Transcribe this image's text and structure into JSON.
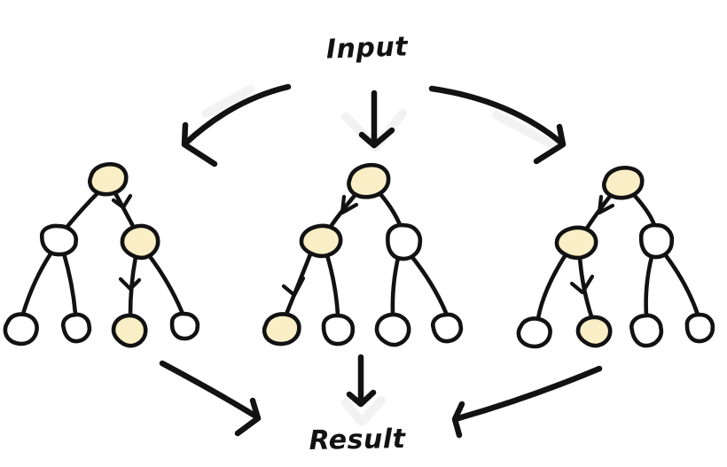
{
  "labels": {
    "input": "Input",
    "result": "Result"
  },
  "colors": {
    "ink": "#121212",
    "background": "#ffffff",
    "node_default_fill": "#ffffff",
    "node_highlight_fill": "#f9eec5"
  },
  "diagram": {
    "type": "ensemble-of-decision-trees",
    "description": "Input fans out via arrows to three hand-drawn binary decision trees; in each tree the traversed root-to-leaf decision path is shaded; all three trees point down to a single Result.",
    "flow": {
      "source": "Input",
      "targets": [
        "tree-1",
        "tree-2",
        "tree-3"
      ],
      "sink": "Result"
    },
    "trees": [
      {
        "id": "tree-1",
        "position": "left",
        "decision_path": [
          "root",
          "right-child",
          "leaf-3"
        ],
        "nodes": [
          {
            "id": "root",
            "highlighted": true,
            "fill": "#f9eec5"
          },
          {
            "id": "left-child",
            "highlighted": false,
            "fill": "#ffffff"
          },
          {
            "id": "right-child",
            "highlighted": true,
            "fill": "#f9eec5"
          },
          {
            "id": "leaf-1",
            "highlighted": false,
            "fill": "#ffffff"
          },
          {
            "id": "leaf-2",
            "highlighted": false,
            "fill": "#ffffff"
          },
          {
            "id": "leaf-3",
            "highlighted": true,
            "fill": "#f9eec5"
          },
          {
            "id": "leaf-4",
            "highlighted": false,
            "fill": "#ffffff"
          }
        ]
      },
      {
        "id": "tree-2",
        "position": "center",
        "decision_path": [
          "root",
          "left-child",
          "leaf-1"
        ],
        "nodes": [
          {
            "id": "root",
            "highlighted": true,
            "fill": "#f9eec5"
          },
          {
            "id": "left-child",
            "highlighted": true,
            "fill": "#f9eec5"
          },
          {
            "id": "right-child",
            "highlighted": false,
            "fill": "#ffffff"
          },
          {
            "id": "leaf-1",
            "highlighted": true,
            "fill": "#f9eec5"
          },
          {
            "id": "leaf-2",
            "highlighted": false,
            "fill": "#ffffff"
          },
          {
            "id": "leaf-3",
            "highlighted": false,
            "fill": "#ffffff"
          },
          {
            "id": "leaf-4",
            "highlighted": false,
            "fill": "#ffffff"
          }
        ]
      },
      {
        "id": "tree-3",
        "position": "right",
        "decision_path": [
          "root",
          "left-child",
          "leaf-2"
        ],
        "nodes": [
          {
            "id": "root",
            "highlighted": true,
            "fill": "#f9eec5"
          },
          {
            "id": "left-child",
            "highlighted": true,
            "fill": "#f9eec5"
          },
          {
            "id": "right-child",
            "highlighted": false,
            "fill": "#ffffff"
          },
          {
            "id": "leaf-1",
            "highlighted": false,
            "fill": "#ffffff"
          },
          {
            "id": "leaf-2",
            "highlighted": true,
            "fill": "#f9eec5"
          },
          {
            "id": "leaf-3",
            "highlighted": false,
            "fill": "#ffffff"
          },
          {
            "id": "leaf-4",
            "highlighted": false,
            "fill": "#ffffff"
          }
        ]
      }
    ]
  }
}
